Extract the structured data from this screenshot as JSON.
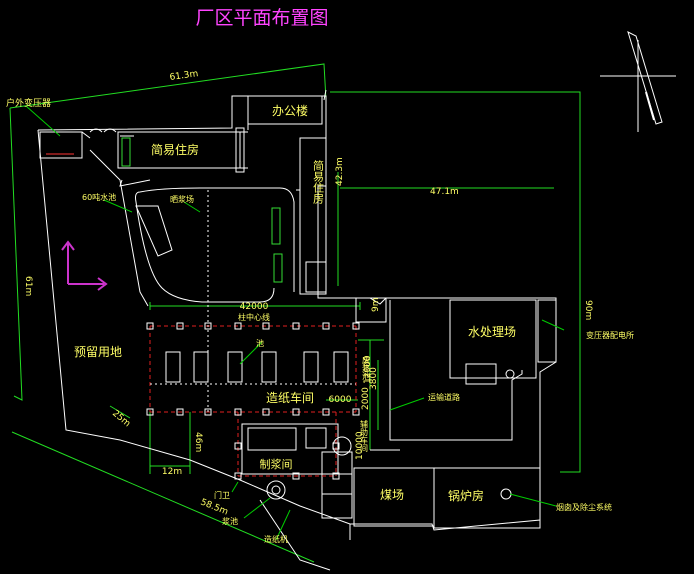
{
  "title": "厂区平面布置图",
  "labels": {
    "office": "办公楼",
    "simple_dorm_top": "简易住房",
    "simple_dorm_right": "简易住房",
    "reserved": "预留用地",
    "water_treatment": "水处理场",
    "casting_workshop": "造纸车间",
    "coal_yard": "煤场",
    "boiler_room": "锅炉房",
    "pulp_room": "制浆间",
    "guard": "门卫",
    "transformer": "变压器配电所",
    "outdoor_transformer": "户外变压器",
    "pulp_tank": "浆池",
    "paper_machine": "造纸机",
    "sixty_m_tank": "60吨水池",
    "dry_area": "晒浆场",
    "center_line": "柱中心线",
    "pool_label": "池",
    "waste_pool": "废浆池",
    "shipping": "运输道路",
    "chimney": "烟囱及除尘系统",
    "side_note": "辅助车间"
  },
  "dimensions": {
    "top_length": "61.3m",
    "left_length": "61m",
    "bottom_length": "58.5m",
    "right_length": "90m",
    "mid_length": "47.1m",
    "dorm_height": "42.3m",
    "workshop_width": "42000",
    "mid_span": "6000",
    "vertical_1": "3800",
    "vertical_2": "12000",
    "vertical_3": "2000",
    "vertical_4": "10000",
    "bottom_12m": "12m",
    "left_46m": "46m",
    "left_25m": "25m",
    "small_9m": "9m"
  },
  "colors": {
    "outline": "#ffffff",
    "dim_green": "#22dd22",
    "building": "#ffffff",
    "grid_red": "#e02020",
    "text_yellow": "#ffff66",
    "text_cyan": "#66ffff",
    "title_magenta": "#ff44ff",
    "axis_magenta": "#cc33cc",
    "leader": "#00cc00"
  },
  "icons": {
    "north_arrow": "north-arrow-icon",
    "axis": "axis-arrow-icon"
  }
}
